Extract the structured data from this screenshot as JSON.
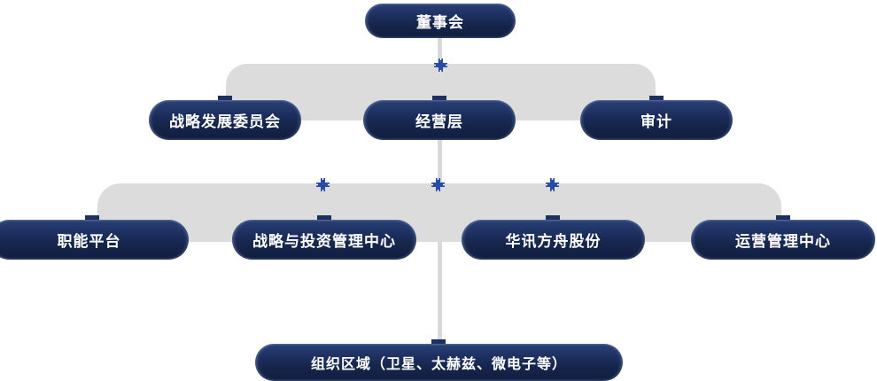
{
  "diagram": {
    "type": "org-chart",
    "root": {
      "label": "董事会"
    },
    "level2": [
      {
        "label": "战略发展委员会"
      },
      {
        "label": "经营层"
      },
      {
        "label": "审计"
      }
    ],
    "level3": [
      {
        "label": "职能平台"
      },
      {
        "label": "战略与投资管理中心"
      },
      {
        "label": "华讯方舟股份"
      },
      {
        "label": "运营管理中心"
      }
    ],
    "bottom": {
      "label": "组织区域（卫星、太赫兹、微电子等）"
    },
    "hierarchy_note": "董事会 → (战略发展委员会, 经营层, 审计); 经营层 → (职能平台, 战略与投资管理中心, 华讯方舟股份, 运营管理中心); 经营层 → 组织区域（卫星、太赫兹、微电子等）"
  },
  "icons": {
    "connector_cross": "cross-connector-icon"
  },
  "colors": {
    "node_navy_top": "#2a4077",
    "node_navy_bottom": "#101d40",
    "band_gray": "#dcdcdc",
    "line_gray": "#d9d9d9",
    "icon_blue": "#2b4aa6",
    "text": "#ffffff",
    "background": "#ffffff"
  }
}
